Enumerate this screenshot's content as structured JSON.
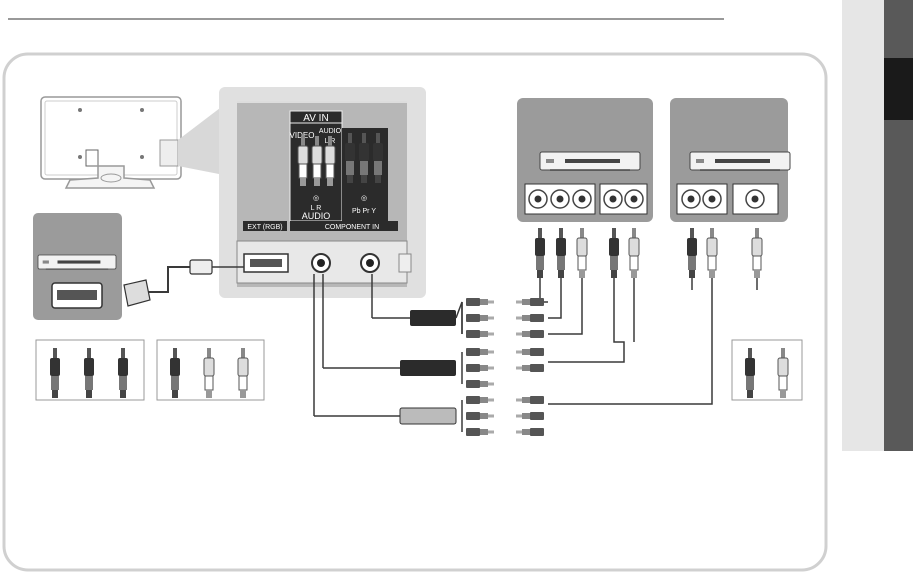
{
  "panel": {
    "av_in_label": "AV IN",
    "video_label": "VIDEO",
    "audio_label": "AUDIO",
    "audio_lr": "L  R",
    "audio_bottom_lr": "L  R",
    "audio_bottom_label": "AUDIO",
    "component_in_label": "COMPONENT IN",
    "component_channels": "Pb  Pr  Y",
    "ext_label": "EXT (RGB)"
  },
  "colors": {
    "page_tabs": [
      "#e6e6e6",
      "#595959",
      "#1a1a1a",
      "#595959"
    ],
    "frame_border": "#d0d0d0",
    "panel_fill": "#b7b7b7",
    "panel_dark": "#2b2b2b",
    "device_fill": "#9b9b9b",
    "cable": "#3a3a3a"
  },
  "icons": {
    "tv": "tv-back-icon",
    "player": "av-player-icon",
    "scart": "scart-connector-icon",
    "rca": "rca-plug-icon"
  }
}
